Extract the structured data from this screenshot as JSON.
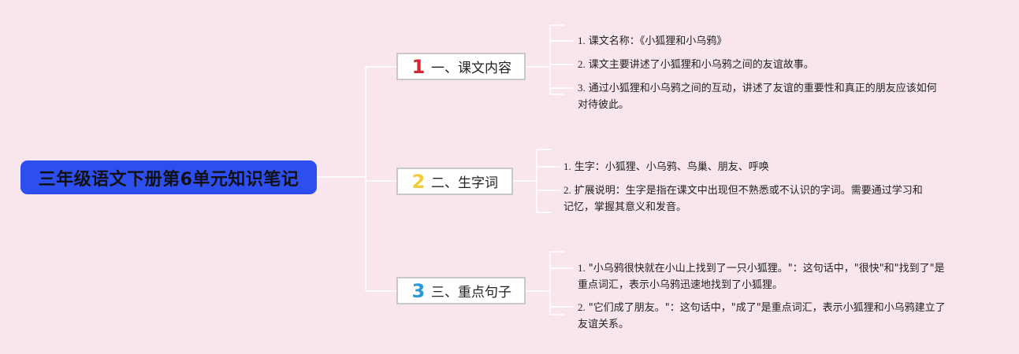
{
  "root": {
    "title": "三年级语文下册第6单元知识笔记",
    "color": "#2e4ff0"
  },
  "topics": [
    {
      "number": "1",
      "number_color": "#d6262f",
      "label": "一、课文内容",
      "items": [
        {
          "n": "1.",
          "lines": [
            "课文名称：《小狐狸和小乌鸦》"
          ]
        },
        {
          "n": "2.",
          "lines": [
            "课文主要讲述了小狐狸和小乌鸦之间的友谊故事。"
          ]
        },
        {
          "n": "3.",
          "lines": [
            "通过小狐狸和小乌鸦之间的互动，讲述了友谊的重要性和真正的朋友应该如何",
            "对待彼此。"
          ]
        }
      ]
    },
    {
      "number": "2",
      "number_color": "#f2cb3b",
      "label": "二、生字词",
      "items": [
        {
          "n": "1.",
          "lines": [
            "生字：小狐狸、小乌鸦、鸟巢、朋友、呼唤"
          ]
        },
        {
          "n": "2.",
          "lines": [
            "扩展说明：生字是指在课文中出现但不熟悉或不认识的字词。需要通过学习和",
            "记忆，掌握其意义和发音。"
          ]
        }
      ]
    },
    {
      "number": "3",
      "number_color": "#2a9ad6",
      "label": "三、重点句子",
      "items": [
        {
          "n": "1.",
          "lines": [
            "\"小乌鸦很快就在小山上找到了一只小狐狸。\"：这句话中，\"很快\"和\"找到了\"是",
            "重点词汇，表示小乌鸦迅速地找到了小狐狸。"
          ]
        },
        {
          "n": "2.",
          "lines": [
            "\"它们成了朋友。\"：这句话中，\"成了\"是重点词汇，表示小狐狸和小乌鸦建立了",
            "友谊关系。"
          ]
        }
      ]
    }
  ]
}
